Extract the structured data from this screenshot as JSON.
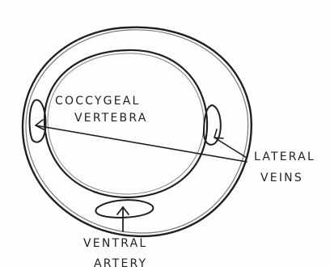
{
  "labels": {
    "coccygeal_line1": "COCCYGEAL",
    "coccygeal_line2": "VERTEBRA",
    "lateral_line1": "LATERAL",
    "lateral_line2": "VEINS",
    "ventral_line1": "VENTRAL",
    "ventral_line2": "ARTERY"
  }
}
